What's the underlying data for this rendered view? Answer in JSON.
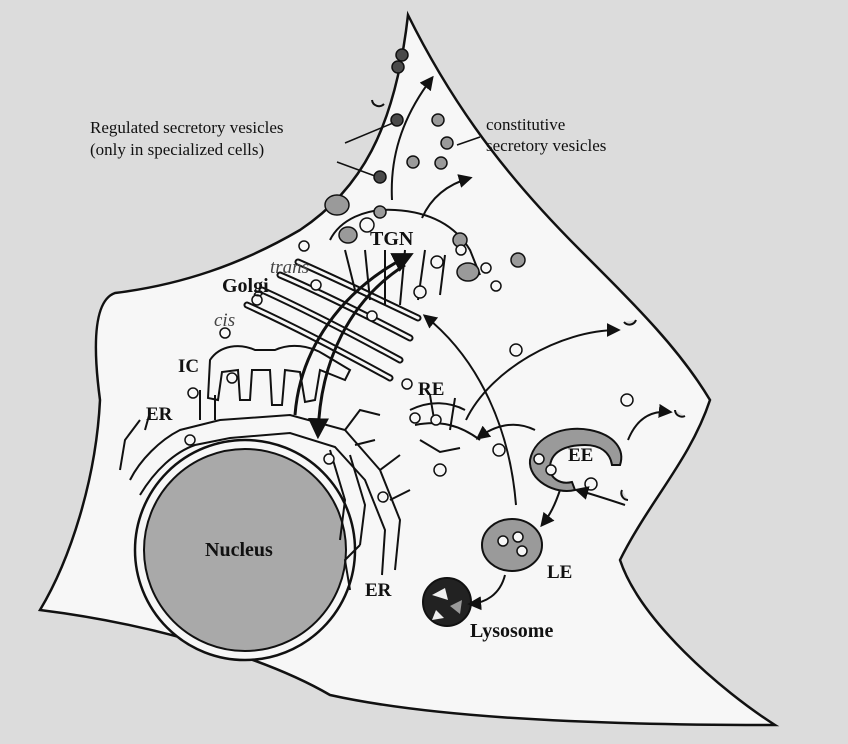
{
  "labels": {
    "regulated_line1": "Regulated secretory vesicles",
    "regulated_line2": "(only in specialized cells)",
    "constitutive_line1": "constitutive",
    "constitutive_line2": "secretory vesicles",
    "tgn": "TGN",
    "trans": "trans",
    "golgi": "Golgi",
    "cis": "cis",
    "ic": "IC",
    "er_left": "ER",
    "er_bottom": "ER",
    "re": "RE",
    "ee": "EE",
    "le": "LE",
    "nucleus": "Nucleus",
    "lysosome": "Lysosome"
  },
  "colors": {
    "background": "#dcdcdc",
    "cell_fill": "#f7f7f7",
    "outline": "#111111",
    "vesicle_gray": "#9a9a9a",
    "vesicle_dark": "#4a4a4a",
    "nucleus_fill": "#a9a9a9"
  }
}
